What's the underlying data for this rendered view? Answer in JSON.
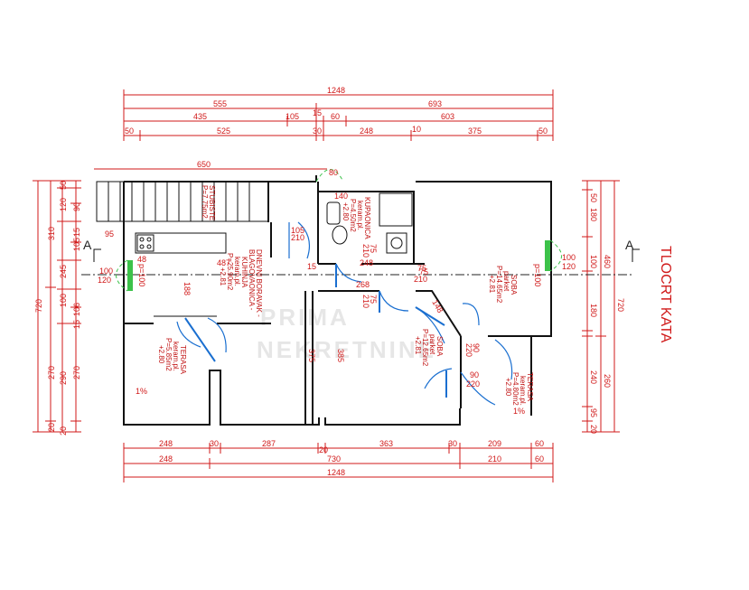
{
  "title": "TLOCRT KATA",
  "watermark": {
    "line1": "PRIMA",
    "line2": "NEKRETNINE"
  },
  "section_marks": {
    "left": "A",
    "right": "A"
  },
  "dims_top": {
    "row1": [
      "1248"
    ],
    "row2": [
      "555",
      "693"
    ],
    "row3": [
      "435",
      "105",
      "15",
      "60",
      "603"
    ],
    "row4": [
      "50",
      "525",
      "30",
      "248",
      "10",
      "375",
      "50"
    ],
    "stair_width": "650"
  },
  "dims_bottom": {
    "row1": [
      "248",
      "30",
      "287",
      "20",
      "363",
      "30",
      "209",
      "60"
    ],
    "row2": [
      "248",
      "730",
      "210",
      "60"
    ],
    "row3": [
      "1248"
    ]
  },
  "dims_left": {
    "col1": [
      "720"
    ],
    "col2": [
      "310",
      "270",
      "20"
    ],
    "col3": [
      "50",
      "120",
      "245",
      "100",
      "290",
      "20"
    ],
    "col4": [
      "90",
      "105",
      "106",
      "270",
      "15",
      "15"
    ]
  },
  "dims_right": {
    "col1": [
      "50",
      "180",
      "100",
      "180",
      "240",
      "95",
      "20"
    ],
    "col2": [
      "460",
      "260"
    ],
    "col3": [
      "720"
    ]
  },
  "rooms": {
    "stairs": {
      "name": "STUBISTE",
      "area": "P=7.75m2"
    },
    "living": {
      "l1": "DNEVNI BORAVAK -",
      "l2": "BLAGOVAONICA -",
      "l3": "KUHINJA",
      "l4": "keram.pl.",
      "l5": "P=25.90m2",
      "l6": "+2.81"
    },
    "bath": {
      "l1": "KUPAONICA",
      "l2": "keram.pl.",
      "l3": "P=4.50m2",
      "l4": "+2.80"
    },
    "room1": {
      "l1": "SOBA",
      "l2": "parket",
      "l3": "P=14.65m2",
      "l4": "+2.81"
    },
    "room2": {
      "l1": "SOBA",
      "l2": "parket",
      "l3": "P=12.65m2",
      "l4": "+2.81"
    },
    "terrace_left": {
      "l1": "TERASA",
      "l2": "keram.pl.",
      "l3": "P=5.85m2",
      "l4": "+2.80"
    },
    "terrace_right": {
      "l1": "TERASA",
      "l2": "keram.pl.",
      "l3": "P=4.80m2",
      "l4": "+2.80"
    }
  },
  "openings": {
    "left_window": {
      "w": "100",
      "h": "120"
    },
    "right_window": {
      "w": "100",
      "h": "120"
    },
    "sill_left": "p=100",
    "sill_right": "p=100",
    "living_door": {
      "w": "105",
      "h": "210"
    },
    "bath_door": {
      "w": "75",
      "h": "210"
    },
    "room1_door": {
      "w": "75",
      "h": "210"
    },
    "room2_door": {
      "w": "75",
      "h": "210"
    },
    "terrace_door": {
      "w": "90",
      "h": "220"
    },
    "terrace_door2": {
      "w": "90",
      "h": "220"
    }
  },
  "misc": {
    "slope1": "1%",
    "slope2": "1%",
    "inner_487": "487",
    "inner_188": "188",
    "inner_375": "375",
    "inner_385": "385",
    "inner_248": "248",
    "inner_268": "268",
    "inner_148": "148",
    "inner_95": "95",
    "inner_75": "75",
    "inner_140": "140",
    "inner_80": "80",
    "inner_48": "48",
    "inner_15": "15"
  }
}
